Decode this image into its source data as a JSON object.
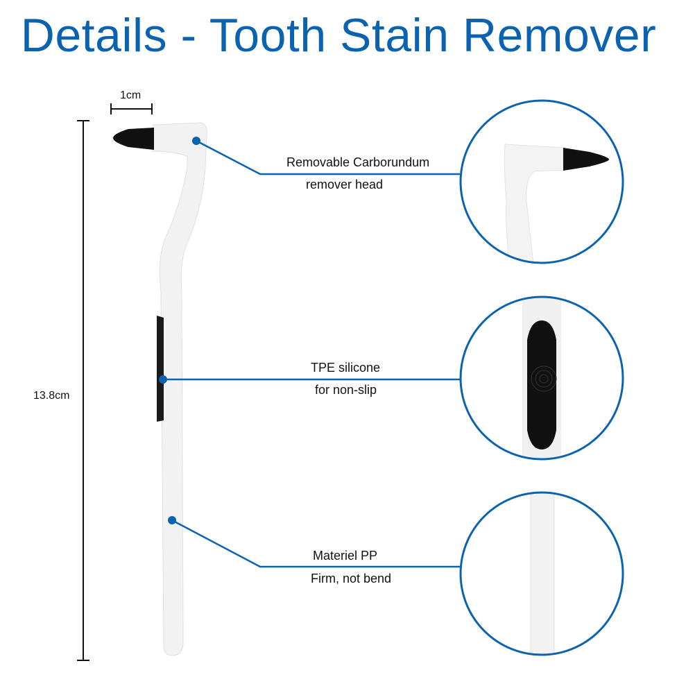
{
  "title": "Details - Tooth Stain Remover",
  "dimensions": {
    "width_label": "1cm",
    "height_label": "13.8cm"
  },
  "callouts": [
    {
      "line1": "Removable Carborundum",
      "line2": "remover head"
    },
    {
      "line1": "TPE silicone",
      "line2": "for non-slip"
    },
    {
      "line1": "Materiel PP",
      "line2": "Firm, not bend"
    }
  ],
  "colors": {
    "accent": "#0b63b0",
    "tip": "#111111",
    "body": "#f3f3f3"
  }
}
